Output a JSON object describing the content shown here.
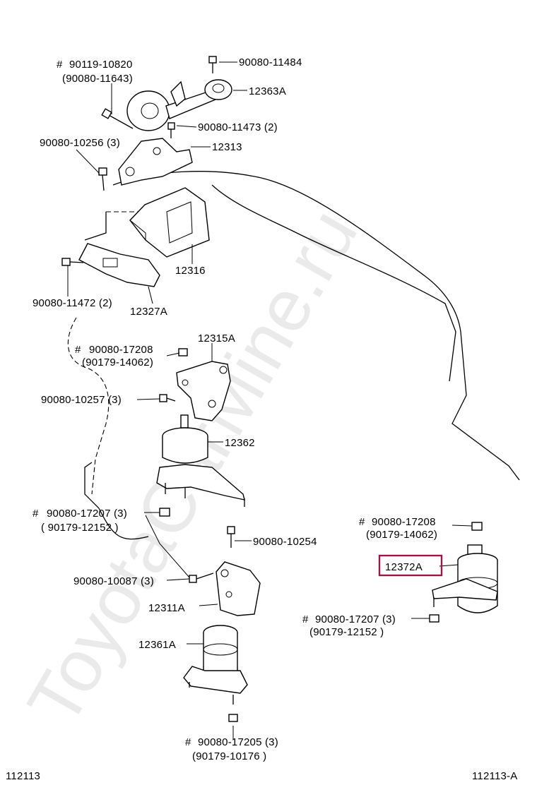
{
  "watermark": "ToyotaCarMine.ru",
  "labels": {
    "p90119_10820": "90119-10820",
    "p90080_11643": "(90080-11643)",
    "p90080_11484": "90080-11484",
    "p12363A": "12363A",
    "p90080_11473": "90080-11473 (2)",
    "p90080_10256": "90080-10256 (3)",
    "p12313": "12313",
    "p12316": "12316",
    "p90080_11472": "90080-11472 (2)",
    "p12327A": "12327A",
    "p12315A": "12315A",
    "p90080_17208_a": "90080-17208",
    "p90179_14062_a": "(90179-14062)",
    "p90080_10257": "90080-10257 (3)",
    "p12362": "12362",
    "p90080_17207_a": "90080-17207 (3)",
    "p90179_12152_a": "( 90179-12152 )",
    "p90080_10254": "90080-10254",
    "p90080_10087": "90080-10087 (3)",
    "p12311A": "12311A",
    "p12361A": "12361A",
    "p90080_17205": "90080-17205 (3)",
    "p90179_10176": "(90179-10176 )",
    "p90080_17208_b": "90080-17208",
    "p90179_14062_b": "(90179-14062)",
    "p12372A": "12372A",
    "p90080_17207_b": "90080-17207 (3)",
    "p90179_12152_b": "(90179-12152 )"
  },
  "marks": {
    "hash": "#"
  },
  "footer": {
    "left": "112113",
    "right": "112113-A"
  },
  "highlight": {
    "part": "12372A",
    "color": "#a0144a"
  }
}
